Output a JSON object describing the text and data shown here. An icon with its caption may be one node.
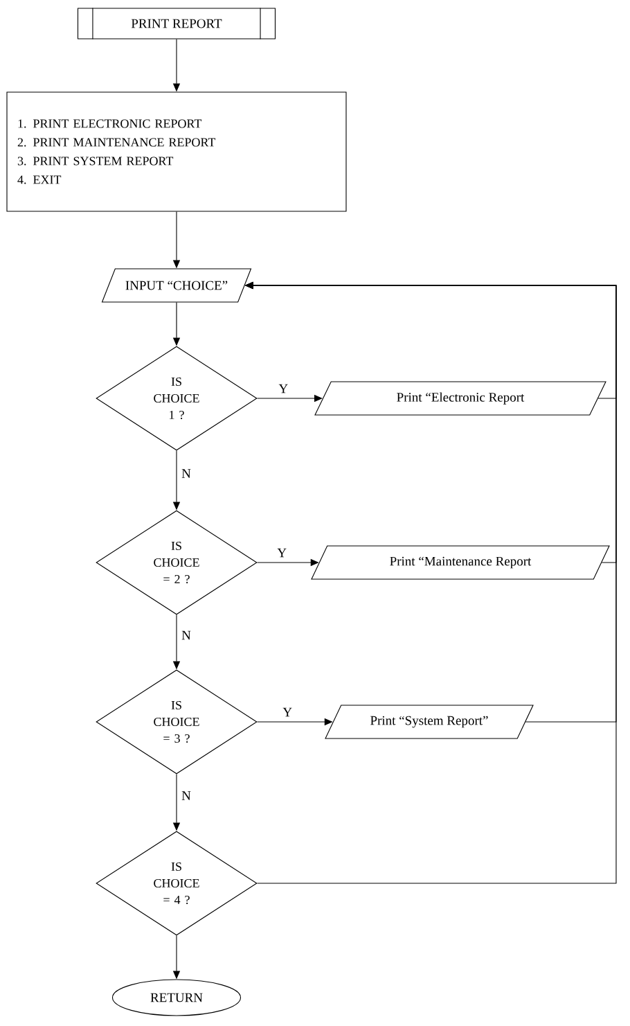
{
  "diagram": {
    "nodes": [
      {
        "text": [
          "PRINT REPORT"
        ]
      },
      {
        "text": [
          "1. PRINT ELECTRONIC REPORT",
          "2. PRINT MAINTENANCE REPORT",
          "3. PRINT SYSTEM REPORT",
          "4. EXIT"
        ]
      },
      {
        "text": [
          "INPUT “CHOICE”"
        ]
      },
      {
        "text": [
          "IS CHOICE 1 ?"
        ]
      },
      {
        "text": [
          "IS CHOICE = 2 ?"
        ]
      },
      {
        "text": [
          "IS CHOICE = 3 ?"
        ]
      },
      {
        "text": [
          "IS CHOICE = 4 ?"
        ]
      },
      {
        "text": [
          "RETURN"
        ]
      },
      {
        "text": [
          "Print “Electronic Report"
        ]
      },
      {
        "text": [
          "Print “Maintenance Report"
        ]
      },
      {
        "text": [
          "Print “System Report”"
        ]
      }
    ],
    "edges": [
      {
        "from": 0,
        "to": 1,
        "arrow": "to"
      },
      {
        "from": 1,
        "to": 2,
        "arrow": "to"
      },
      {
        "from": 2,
        "to": 3,
        "arrow": "to"
      },
      {
        "from": 3,
        "to": 8,
        "arrow": "to",
        "label": "Y"
      },
      {
        "from": 3,
        "to": 4,
        "arrow": "to",
        "label": "N"
      },
      {
        "from": 4,
        "to": 9,
        "arrow": "to",
        "label": "Y"
      },
      {
        "from": 4,
        "to": 5,
        "arrow": "to",
        "label": "N"
      },
      {
        "from": 5,
        "to": 10,
        "arrow": "to",
        "label": "Y"
      },
      {
        "from": 5,
        "to": 6,
        "arrow": "to",
        "label": "N"
      },
      {
        "from": 6,
        "to": 7,
        "arrow": "to"
      },
      {
        "from": 8,
        "to": 2,
        "arrow": "to"
      },
      {
        "from": 9,
        "to": 2,
        "arrow": "to"
      },
      {
        "from": 10,
        "to": 2,
        "arrow": "to"
      },
      {
        "from": 6,
        "to": 2,
        "arrow": "to"
      }
    ]
  }
}
